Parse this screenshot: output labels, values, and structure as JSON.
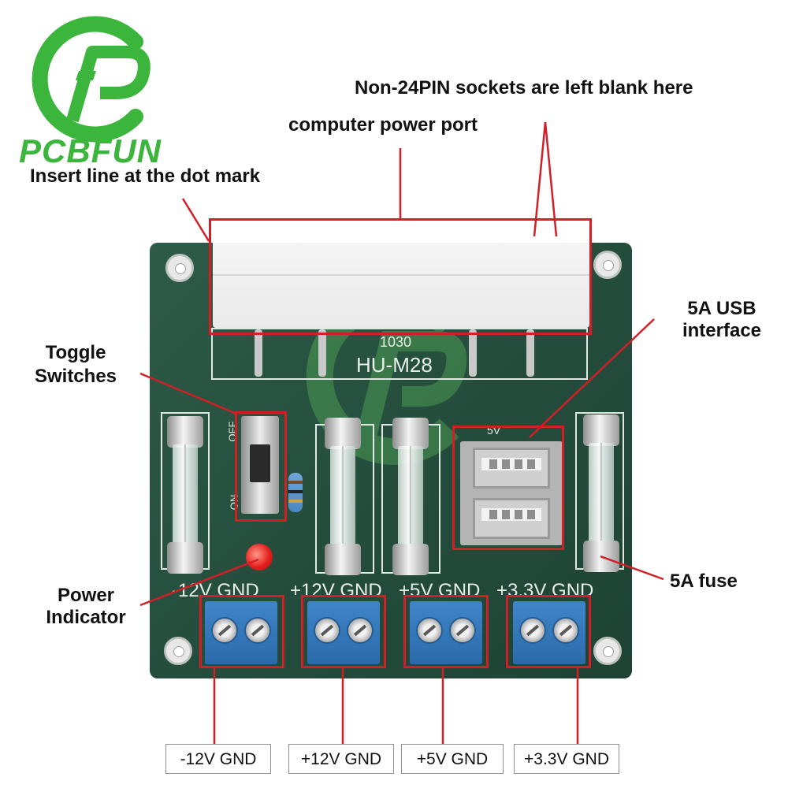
{
  "brand": {
    "name": "PCBFUN",
    "logo_color": "#3bb53b"
  },
  "annotations": {
    "top_right": "Non-24PIN sockets are left blank here",
    "power_port": "computer power port",
    "dot_mark": "Insert line at the dot mark",
    "toggle_line1": "Toggle",
    "toggle_line2": "Switches",
    "usb_line1": "5A USB",
    "usb_line2": "interface",
    "fuse": "5A fuse",
    "power_line1": "Power",
    "power_line2": "Indicator"
  },
  "board": {
    "code": "1030",
    "model": "HU-M28",
    "switch_off": "OFF",
    "switch_on": "ON",
    "usb_voltage": "5V",
    "rail_labels": [
      "-12V GND",
      "+12V GND",
      "+5V GND",
      "+3.3V GND"
    ]
  },
  "bottom_labels": [
    "-12V GND",
    "+12V GND",
    "+5V GND",
    "+3.3V GND"
  ],
  "colors": {
    "highlight": "#d21f26",
    "pcb": "#2a5543",
    "terminal": "#3579ba"
  }
}
